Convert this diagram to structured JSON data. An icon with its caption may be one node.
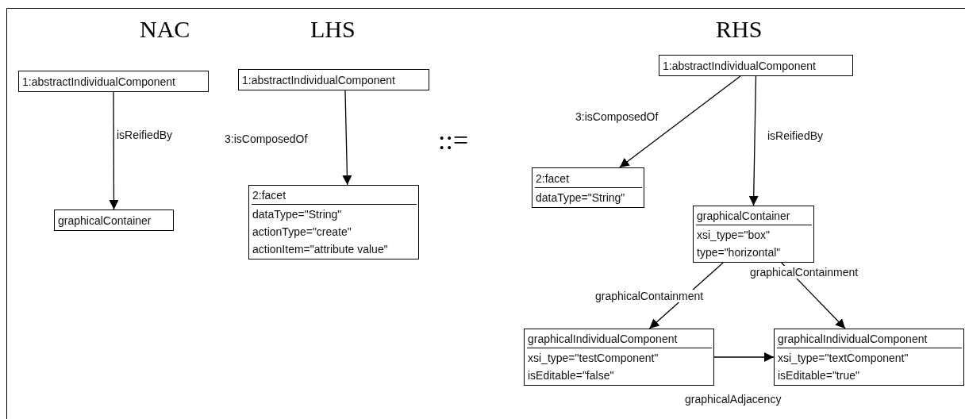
{
  "diagram": {
    "nodes": [
      {
        "text": [
          "1:abstractIndividualComponent"
        ]
      },
      {
        "text": [
          "graphicalContainer"
        ]
      },
      {
        "text": [
          "1:abstractIndividualComponent"
        ]
      },
      {
        "text": [
          "2:facet",
          "dataType=\"String\"",
          "actionType=\"create\"",
          "actionItem=\"attribute value\""
        ]
      },
      {
        "text": [
          "1:abstractIndividualComponent"
        ]
      },
      {
        "text": [
          "2:facet",
          "dataType=\"String\""
        ]
      },
      {
        "text": [
          "graphicalContainer",
          "xsi_type=\"box\"",
          "type=\"horizontal\""
        ]
      },
      {
        "text": [
          "graphicalIndividualComponent",
          "xsi_type=\"testComponent\"",
          "isEditable=\"false\""
        ]
      },
      {
        "text": [
          "graphicalIndividualComponent",
          "xsi_type=\"textComponent\"",
          "isEditable=\"true\""
        ]
      }
    ],
    "edges": [
      {
        "from": 0,
        "to": 1,
        "arrow": "to",
        "label": "isReifiedBy"
      },
      {
        "from": 2,
        "to": 3,
        "arrow": "to",
        "label": "3:isComposedOf"
      },
      {
        "from": 4,
        "to": 5,
        "arrow": "to",
        "label": "3:isComposedOf"
      },
      {
        "from": 4,
        "to": 6,
        "arrow": "to",
        "label": "isReifiedBy"
      },
      {
        "from": 6,
        "to": 7,
        "arrow": "to",
        "label": "graphicalContainment"
      },
      {
        "from": 6,
        "to": 8,
        "arrow": "to",
        "label": "graphicalContainment"
      },
      {
        "from": 7,
        "to": 8,
        "arrow": "to",
        "label": "graphicalAdjacency"
      }
    ],
    "labels": [
      "NAC",
      "LHS",
      "::=",
      "RHS"
    ]
  }
}
